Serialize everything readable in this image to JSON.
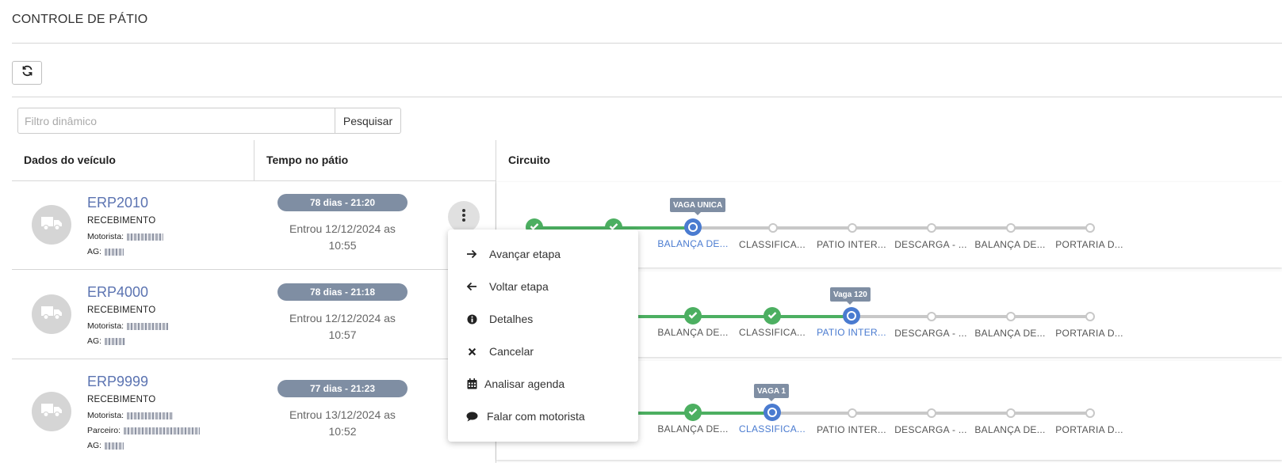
{
  "page": {
    "title": "CONTROLE DE PÁTIO"
  },
  "toolbar": {
    "refresh_icon": "refresh-icon"
  },
  "search": {
    "placeholder": "Filtro dinâmico",
    "button_label": "Pesquisar"
  },
  "table": {
    "headers": [
      "Dados do veículo",
      "Tempo no pátio",
      "Circuito"
    ],
    "rows": [
      {
        "plate": "ERP2010",
        "type": "RECEBIMENTO",
        "motorista_label": "Motorista:",
        "ag_label": "AG:",
        "time_badge": "78 dias - 21:20",
        "entrou_line1": "Entrou 12/12/2024 as",
        "entrou_line2": "10:55",
        "circuit": {
          "tooltip": "VAGA UNICA"
        }
      },
      {
        "plate": "ERP4000",
        "type": "RECEBIMENTO",
        "motorista_label": "Motorista:",
        "ag_label": "AG:",
        "time_badge": "78 dias - 21:18",
        "entrou_line1": "Entrou 12/12/2024 as",
        "entrou_line2": "10:57",
        "circuit": {
          "tooltip": "Vaga 120"
        }
      },
      {
        "plate": "ERP9999",
        "type": "RECEBIMENTO",
        "motorista_label": "Motorista:",
        "parceiro_label": "Parceiro:",
        "ag_label": "AG:",
        "time_badge": "77 dias - 21:23",
        "entrou_line1": "Entrou 13/12/2024 as",
        "entrou_line2": "10:52",
        "circuit": {
          "tooltip": "VAGA 1"
        }
      }
    ]
  },
  "steps": [
    "BALANÇA DE...",
    "CLASSIFICA...",
    "PATIO INTER...",
    "DESCARGA - ...",
    "BALANÇA DE...",
    "PORTARIA D..."
  ],
  "context_menu": {
    "items": [
      {
        "label": "Avançar etapa",
        "icon": "arrow-right-icon"
      },
      {
        "label": "Voltar etapa",
        "icon": "arrow-left-icon"
      },
      {
        "label": "Detalhes",
        "icon": "info-icon"
      },
      {
        "label": "Cancelar",
        "icon": "close-icon"
      },
      {
        "label": "Analisar agenda",
        "icon": "calendar-icon"
      },
      {
        "label": "Falar com motorista",
        "icon": "chat-icon"
      }
    ]
  },
  "colors": {
    "done": "#4caf61",
    "current": "#4a7bd0",
    "pending": "#c8c8c8",
    "badge": "#7f8ea3",
    "plate": "#5b73b1"
  }
}
